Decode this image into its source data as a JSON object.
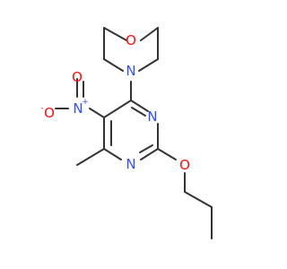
{
  "molecule": {
    "colors": {
      "bond": "#333333",
      "nitrogen": "#3050f8",
      "oxygen": "#ff0d0d"
    },
    "atoms": {
      "morpholine_o": "O",
      "morpholine_n": "N",
      "nitro_n": "N",
      "nitro_n_charge": "+",
      "nitro_o_double": "O",
      "nitro_o_single": "O",
      "nitro_o_charge": "-",
      "ring_n_upper": "N",
      "ring_n_lower": "N",
      "ether_o": "O"
    }
  }
}
